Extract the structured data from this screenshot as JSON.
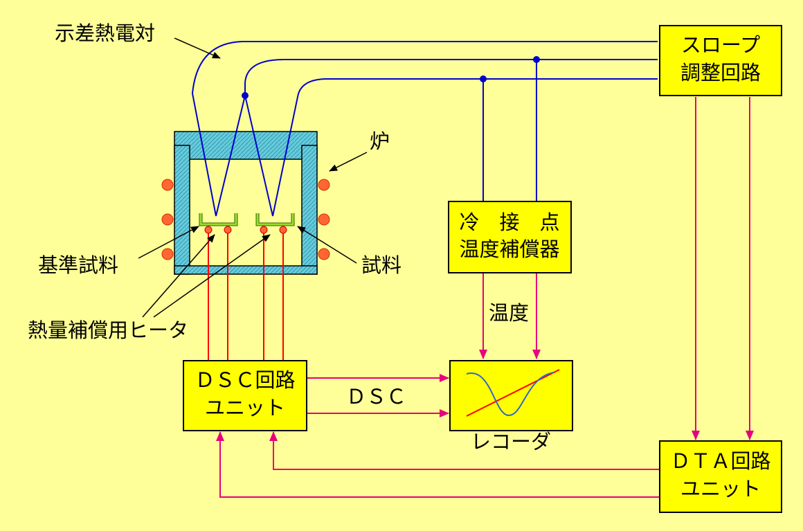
{
  "labels": {
    "thermocouple": "示差熱電対",
    "furnace": "炉",
    "reference_sample": "基準試料",
    "sample": "試料",
    "heater": "熱量補償用ヒータ",
    "temperature": "温度",
    "dsc_signal": "ＤＳＣ",
    "recorder": "レコーダ"
  },
  "boxes": {
    "slope": {
      "line1": "スロープ",
      "line2": "調整回路"
    },
    "cold_junction": {
      "line1": "冷　接　点",
      "line2": "温度補償器"
    },
    "dsc_unit": {
      "line1": "ＤＳＣ回路",
      "line2": "ユニット"
    },
    "dta_unit": {
      "line1": "ＤＴＡ回路",
      "line2": "ユニット"
    }
  },
  "colors": {
    "background": "#FFFF99",
    "box_fill": "#FFFF00",
    "thermocouple_wire": "#0000CC",
    "heater_wire": "#FF0000",
    "signal_arrow": "#E6007E",
    "furnace_fill": "#66CCDD",
    "heater_dot": "#FF6633",
    "sample_pan": "#99DD33"
  }
}
